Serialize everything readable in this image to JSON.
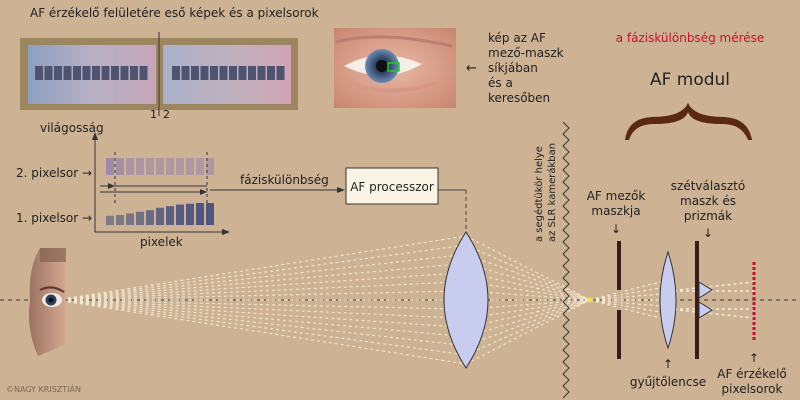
{
  "labels": {
    "top_title": "AF érzékelő felületére eső képek és a pixelsorok",
    "divider_1": "1",
    "divider_2": "2",
    "brightness": "világosság",
    "row2": "2. pixelsor →",
    "row1": "1. pixelsor →",
    "pixels": "pixelek",
    "phase_diff": "fáziskülönbség",
    "processor": "AF processzor",
    "image_note": [
      "kép az AF",
      "mező-maszk",
      "síkjában",
      "és a",
      "keresőben"
    ],
    "arrow_left": "←",
    "phase_measure": "a fáziskülönbség mérése",
    "af_module": "AF modul",
    "mirror_note": [
      "a segédtükör helye",
      "az SLR kamerákban"
    ],
    "field_mask": [
      "AF mezők",
      "maszkja"
    ],
    "separator": [
      "szétválasztó",
      "maszk és",
      "prizmák"
    ],
    "arrow_down": "↓",
    "arrow_up": "↑",
    "collector": "gyűjtőlencse",
    "sensor_rows": [
      "AF érzékelő",
      "pixelsorok"
    ],
    "credit": "©NAGY KRISZTIÁN"
  },
  "colors": {
    "background": "#cdb294",
    "accent_red": "#c8102e",
    "brace": "#5a2a10",
    "lens_fill": "#c8cdf0",
    "ray": "#f4ecd6",
    "row2_bars": "#9f8aa8",
    "row1_bars": "#4f5680",
    "frame": "#9c8660"
  },
  "pixel_rows": {
    "row2_levels": [
      1.0,
      0.8,
      0.6,
      0.55,
      0.5,
      0.5,
      0.48,
      0.48,
      0.48,
      0.47,
      0.47
    ],
    "row1_levels": [
      0.2,
      0.25,
      0.35,
      0.45,
      0.55,
      0.7,
      0.8,
      0.9,
      0.95,
      1.0,
      1.0
    ]
  }
}
